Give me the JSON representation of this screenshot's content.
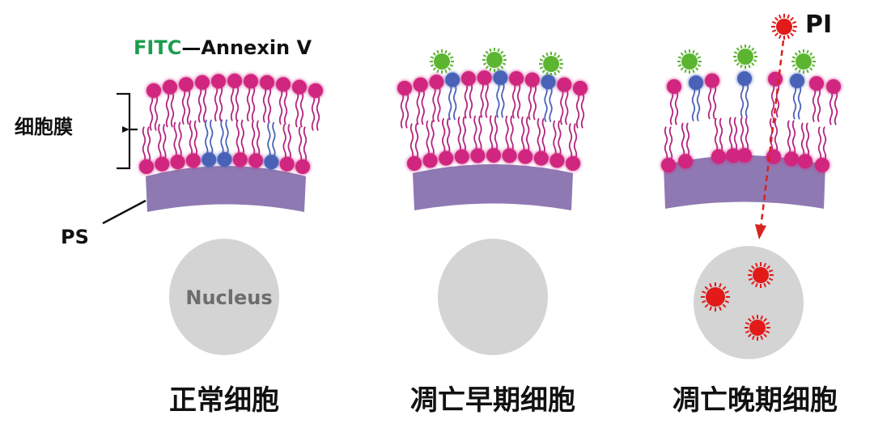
{
  "legend": {
    "probe_part1": "FITC",
    "probe_dash": "—",
    "probe_part2": "Annexin V",
    "dye": "PI"
  },
  "labels": {
    "membrane": "细胞膜",
    "ps": "PS",
    "nucleus": "Nucleus"
  },
  "panels": [
    {
      "title": "正常细胞"
    },
    {
      "title": "凋亡早期细胞"
    },
    {
      "title": "凋亡晚期细胞"
    }
  ],
  "colors": {
    "fitc_green": "#1e9c4e",
    "lipid_head": "#d0257f",
    "ps_head": "#4a62b8",
    "annexin_green": "#5cb531",
    "cytoplasm_purple": "#8f79b3",
    "nucleus_gray": "#d4d4d4",
    "nucleus_text": "#6d6d6d",
    "pi_red": "#e21a1a"
  }
}
